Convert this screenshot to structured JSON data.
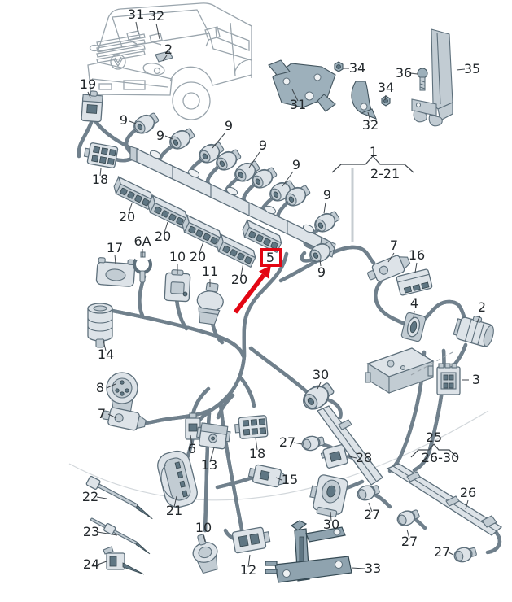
{
  "annotation": {
    "highlighted_part_label": "5",
    "color": "#e30613"
  },
  "groups": {
    "engine_harness": {
      "label": "1",
      "parts_range": "2-21"
    },
    "injection_sub_harness": {
      "label": "25",
      "parts_range": "26-30"
    }
  },
  "callouts": {
    "van_31": "31",
    "van_32": "32",
    "van_2": "2",
    "conn_19": "19",
    "bracket_31": "31",
    "nut_34a": "34",
    "bracket_32": "32",
    "nut_34b": "34",
    "bolt_36": "36",
    "bracket_35": "35",
    "inj_9a": "9",
    "inj_9b": "9",
    "inj_9c": "9",
    "inj_9d": "9",
    "inj_9e": "9",
    "inj_9f": "9",
    "inj_9g": "9",
    "conn_18": "18",
    "conn_20a": "20",
    "conn_20b": "20",
    "conn_20c": "20",
    "conn_20d": "20",
    "conn_17": "17",
    "clamp_6a": "6A",
    "conn_10": "10",
    "conn_11": "11",
    "conn_14": "14",
    "conn_7r": "7",
    "conn_16": "16",
    "grommet_4": "4",
    "conn_2r": "2",
    "conn_3": "3",
    "conn_8": "8",
    "conn_7l": "7",
    "tie_22": "22",
    "tie_23": "23",
    "clip_24": "24",
    "conn_21": "21",
    "conn_6": "6",
    "conn_13": "13",
    "conn_18b": "18",
    "conn_15": "15",
    "conn_27a": "27",
    "conn_28": "28",
    "conn_30a": "30",
    "conn_30b": "30",
    "conn_10b": "10",
    "conn_12": "12",
    "rail_26": "26",
    "bracket_33": "33",
    "conn_27b": "27",
    "conn_27c": "27",
    "conn_27d": "27"
  }
}
